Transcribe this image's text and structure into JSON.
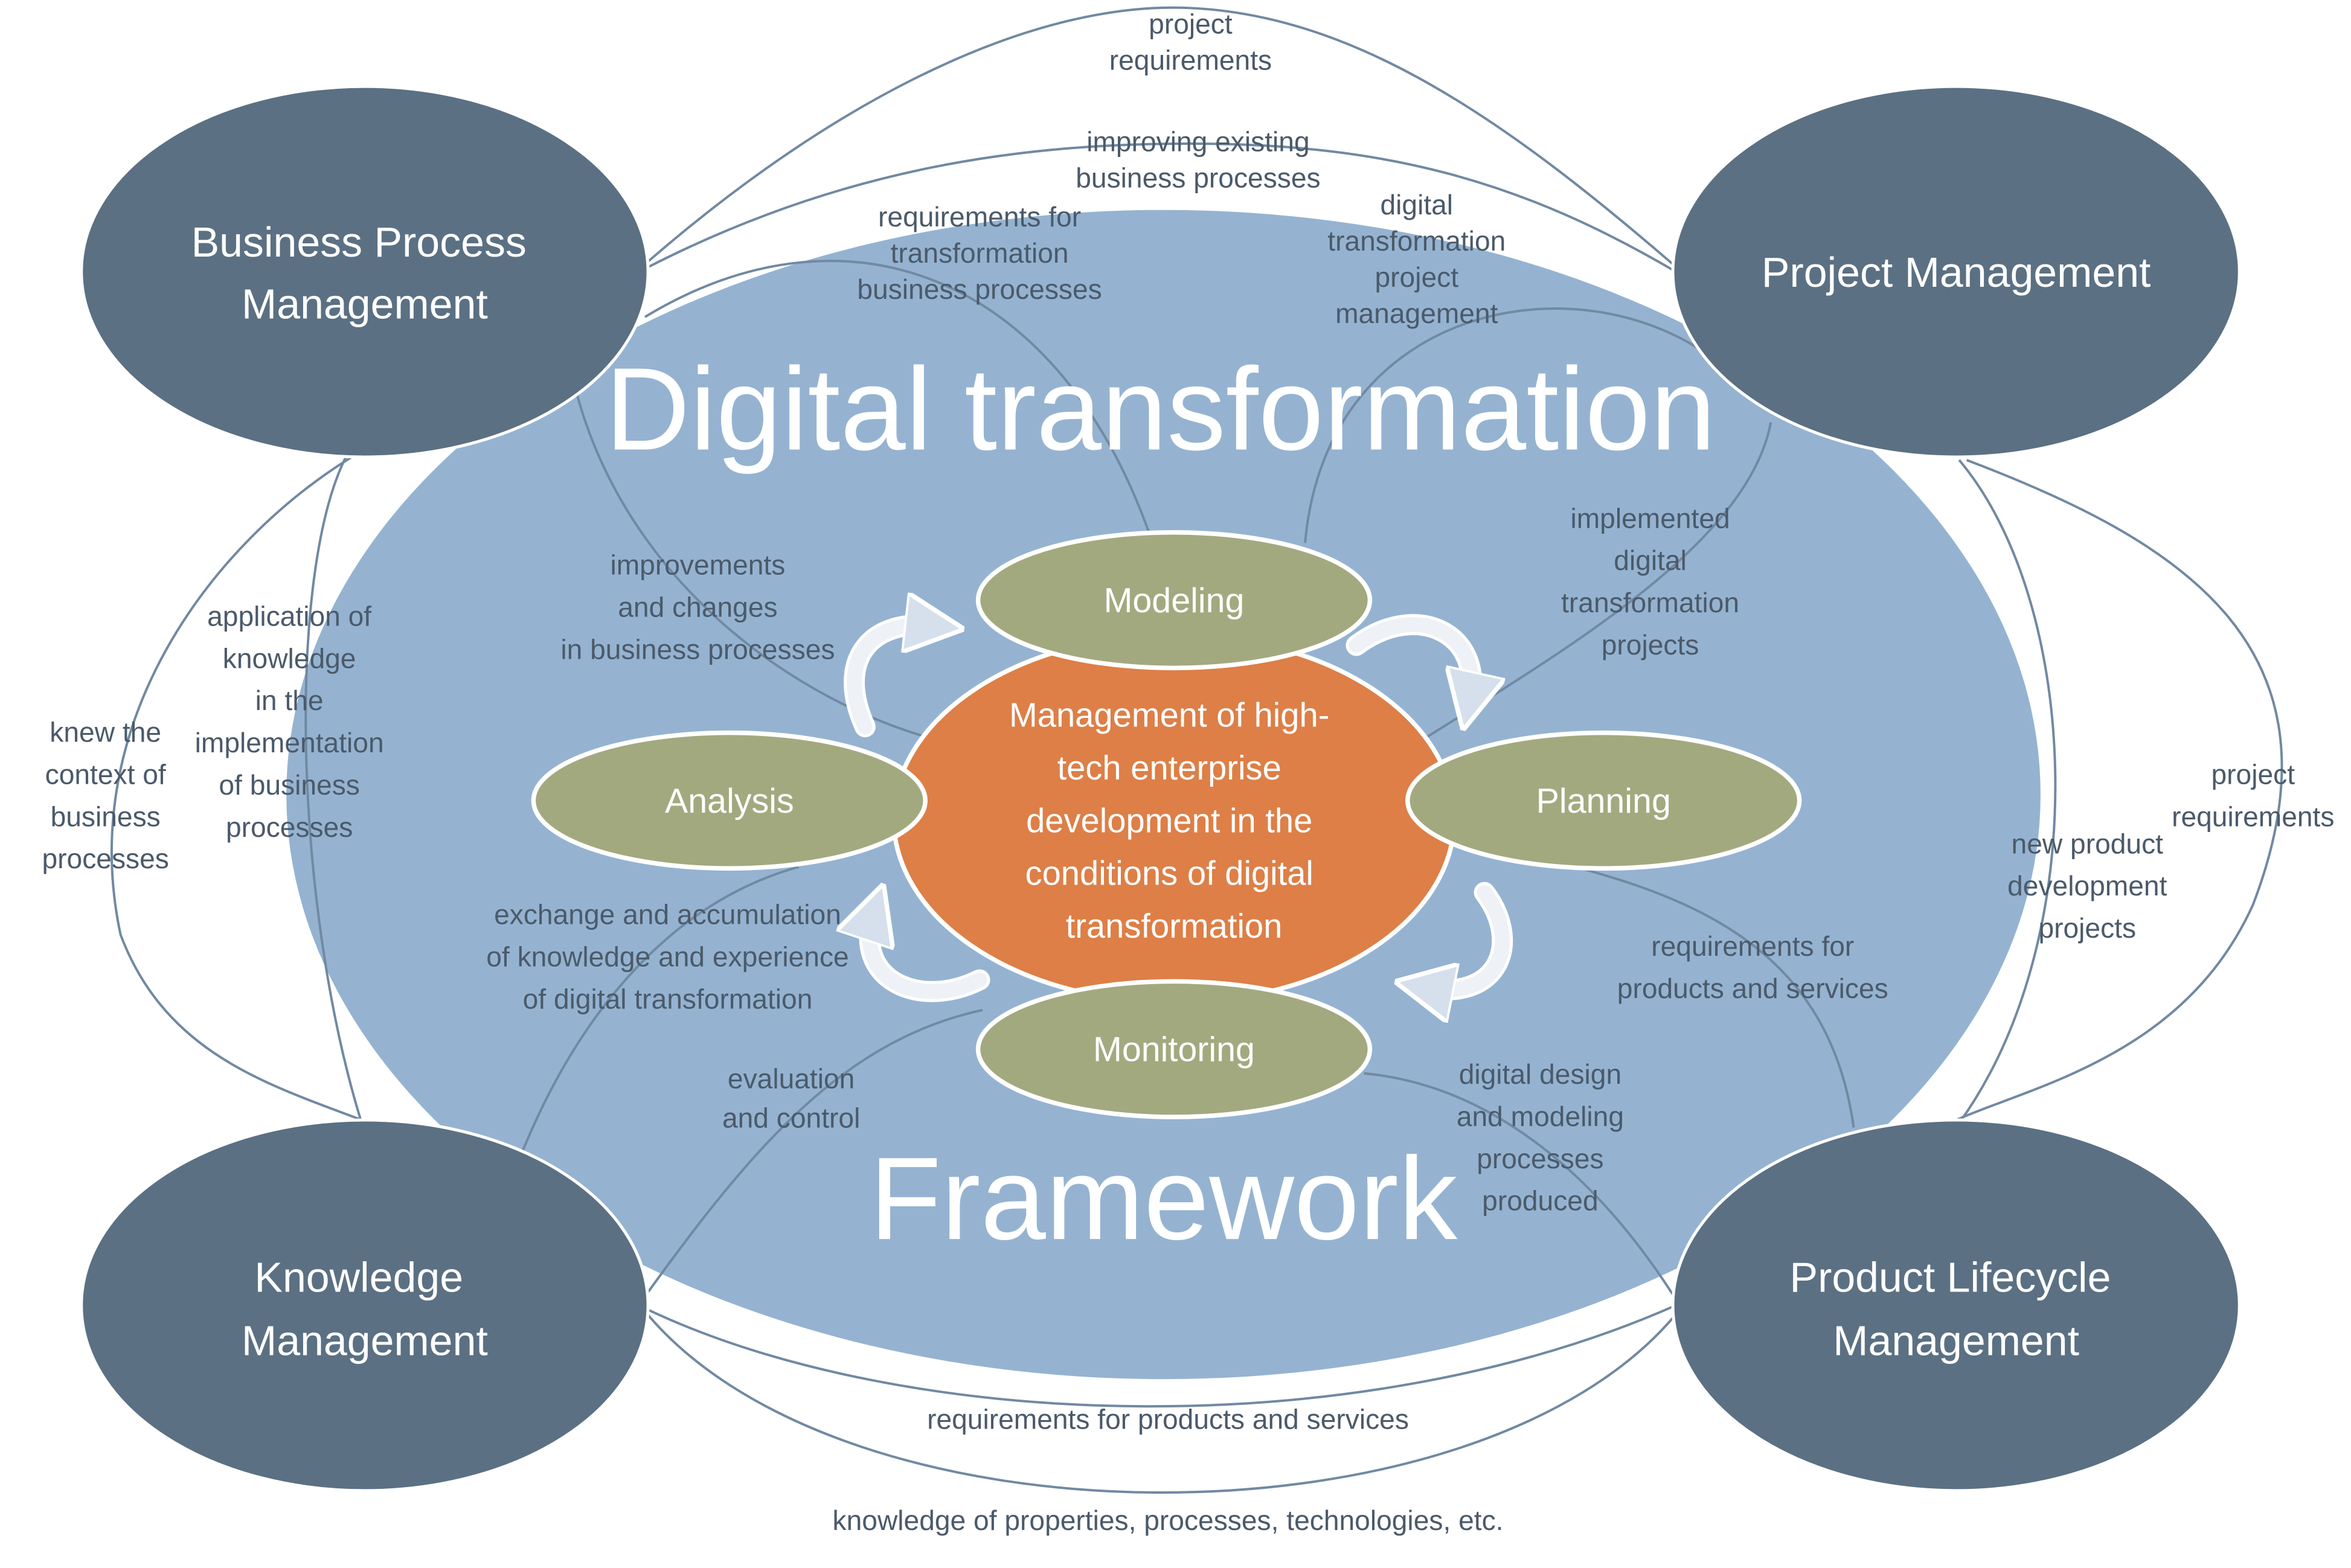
{
  "colors": {
    "framework_ellipse": "#95b3d1",
    "management_areas": "#5b7083",
    "stages": "#a3a97f",
    "center": "#dd7f47",
    "connectors": "#7189a2",
    "label_text": "#4b5a6a"
  },
  "titles": {
    "top": "Digital transformation",
    "bottom": "Framework"
  },
  "management_areas": {
    "bpm": [
      "Business Process",
      "Management"
    ],
    "pm": [
      "Project Management"
    ],
    "km": [
      "Knowledge",
      "Management"
    ],
    "plm": [
      "Product Lifecycle",
      "Management"
    ]
  },
  "stages": {
    "modeling": "Modeling",
    "analysis": "Analysis",
    "planning": "Planning",
    "monitoring": "Monitoring"
  },
  "center": [
    "Management of high-",
    "tech enterprise",
    "development in the",
    "conditions of digital",
    "transformation"
  ],
  "flow_labels": [
    {
      "id": "project-requirements-top",
      "lines": [
        "project",
        "requirements"
      ]
    },
    {
      "id": "improving-existing-processes",
      "lines": [
        "improving existing",
        "business processes"
      ]
    },
    {
      "id": "requirements-transformation-processes",
      "lines": [
        "requirements for",
        "transformation",
        "business processes"
      ]
    },
    {
      "id": "dt-project-management",
      "lines": [
        "digital",
        "transformation",
        "project",
        "management"
      ]
    },
    {
      "id": "implemented-dt-projects",
      "lines": [
        "implemented",
        "digital",
        "transformation",
        "projects"
      ]
    },
    {
      "id": "improvements-and-changes",
      "lines": [
        "improvements",
        "and changes",
        "in business processes"
      ]
    },
    {
      "id": "application-of-knowledge",
      "lines": [
        "application of",
        "knowledge",
        "in the",
        "implementation",
        "of business",
        "processes"
      ]
    },
    {
      "id": "knew-the-context",
      "lines": [
        "knew the",
        "context of",
        "business",
        "processes"
      ]
    },
    {
      "id": "project-requirements-right",
      "lines": [
        "project",
        "requirements"
      ]
    },
    {
      "id": "new-product-projects",
      "lines": [
        "new product",
        "development",
        "projects"
      ]
    },
    {
      "id": "requirements-products-right",
      "lines": [
        "requirements for",
        "products and services"
      ]
    },
    {
      "id": "exchange-of-knowledge",
      "lines": [
        "exchange and accumulation",
        "of knowledge and experience",
        "of digital transformation"
      ]
    },
    {
      "id": "evaluation-and-control",
      "lines": [
        "evaluation",
        "and control"
      ]
    },
    {
      "id": "digital-design-modeling",
      "lines": [
        "digital design",
        "and modeling",
        "processes",
        "produced"
      ]
    },
    {
      "id": "requirements-products-bottom",
      "lines": [
        "requirements for products and services"
      ]
    },
    {
      "id": "knowledge-of-properties",
      "lines": [
        "knowledge of properties, processes, technologies, etc."
      ]
    }
  ]
}
